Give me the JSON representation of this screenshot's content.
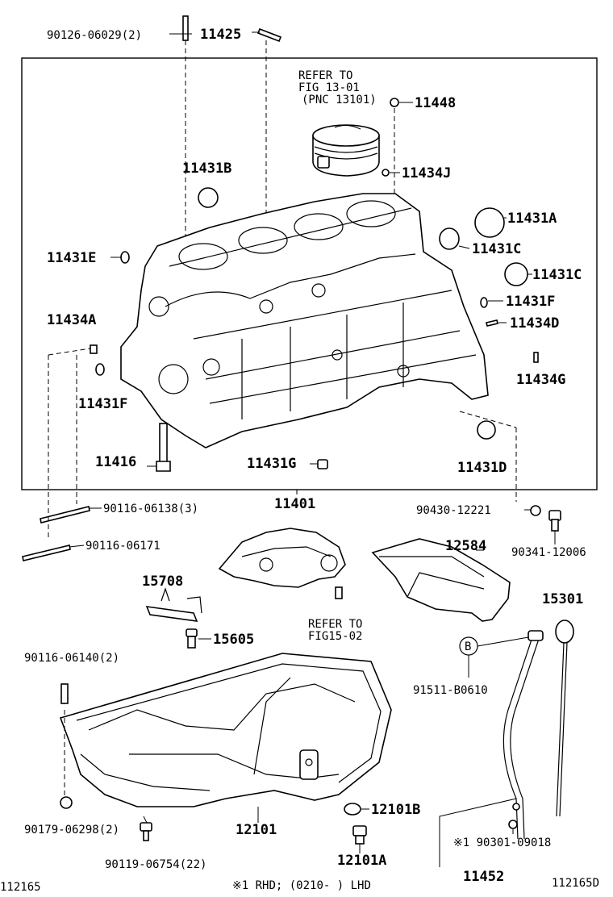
{
  "labels": {
    "p9012606029": "90126-06029(2)",
    "p11425": "11425",
    "refer1_l1": "REFER TO",
    "refer1_l2": "FIG 13-01",
    "refer1_l3": "(PNC 13101)",
    "p11448": "11448",
    "p11431B": "11431B",
    "p11434J": "11434J",
    "p11431A": "11431A",
    "p11431C_1": "11431C",
    "p11431C_2": "11431C",
    "p11431E": "11431E",
    "p11431F_r": "11431F",
    "p11434D": "11434D",
    "p11434A": "11434A",
    "p11434G": "11434G",
    "p11431F_l": "11431F",
    "p11416": "11416",
    "p11431G": "11431G",
    "p11431D": "11431D",
    "p11401": "11401",
    "p9011606138": "90116-06138(3)",
    "p9043012221": "90430-12221",
    "p9011606171": "90116-06171",
    "p12584": "12584",
    "p9034112006": "90341-12006",
    "p15708": "15708",
    "p15301": "15301",
    "refer2_l1": "REFER TO",
    "refer2_l2": "FIG15-02",
    "p15605": "15605",
    "callout_b": "B",
    "p9011606140": "90116-06140(2)",
    "p91511B0610": "91511-B0610",
    "p12101B": "12101B",
    "p9017906298": "90179-06298(2)",
    "p12101": "12101",
    "p9011906754": "90119-06754(22)",
    "p12101A": "12101A",
    "p9030109018": "※1 90301-09018",
    "p11452": "11452",
    "footer_left": "112165",
    "footer_note": "※1 RHD; (0210-      ) LHD",
    "footer_right": "112165D"
  }
}
